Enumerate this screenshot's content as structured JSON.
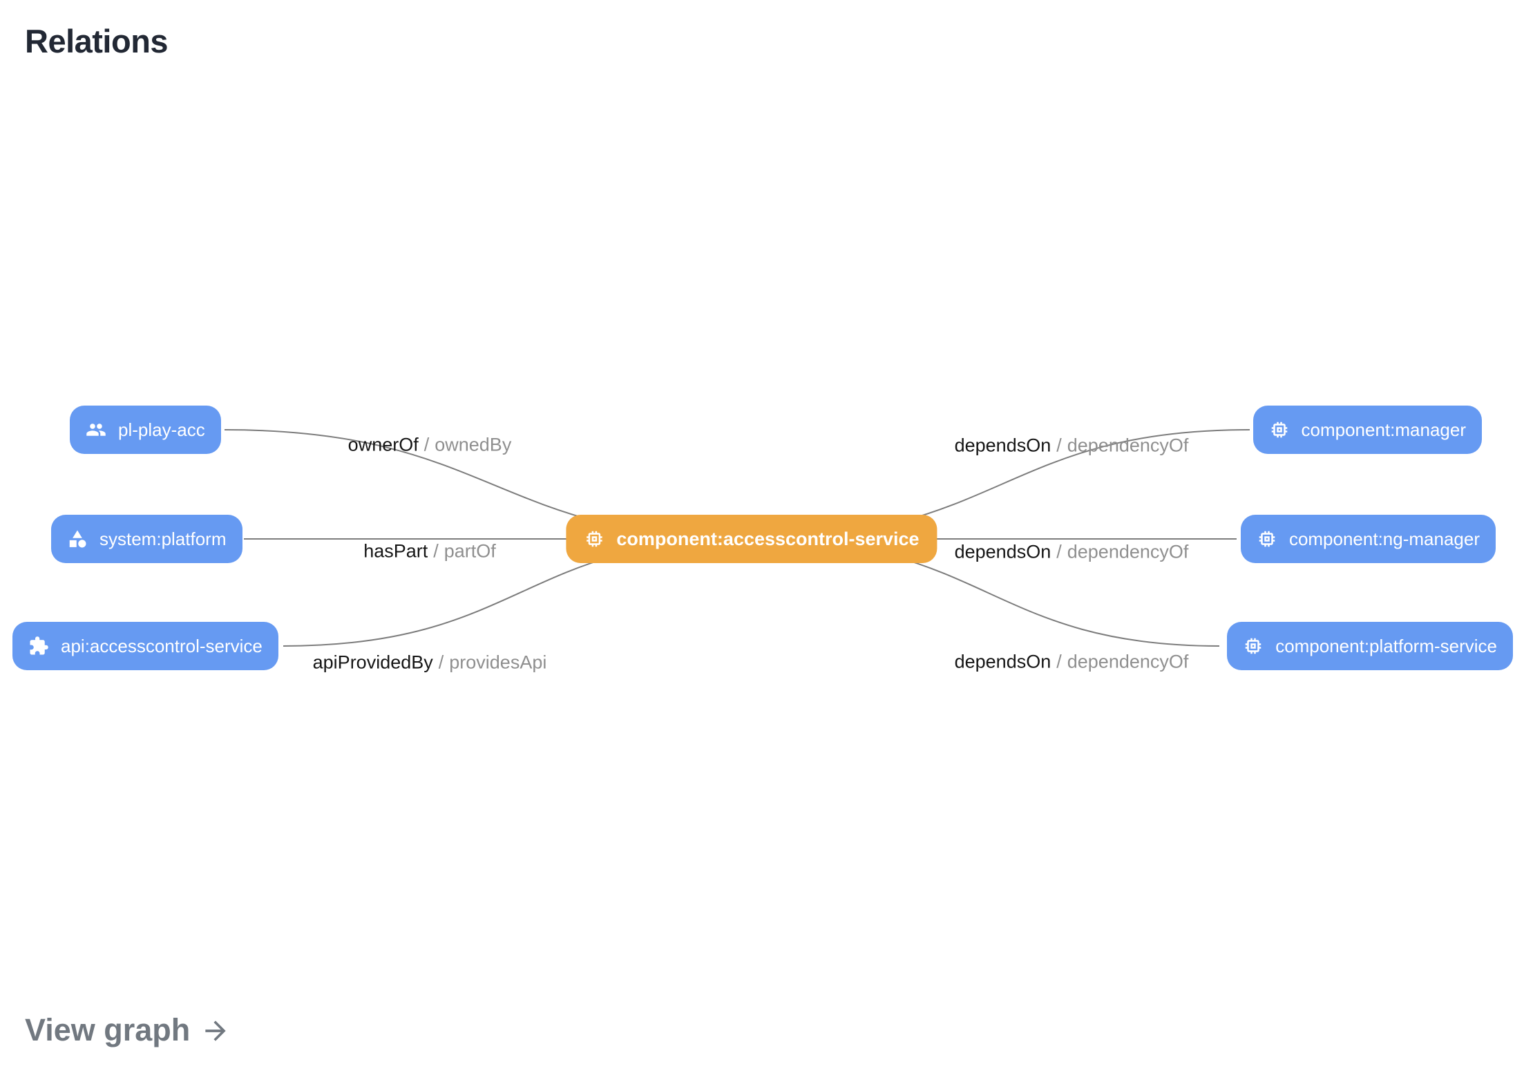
{
  "title": "Relations",
  "footer": {
    "view_graph_label": "View graph"
  },
  "colors": {
    "node_blue": "#669AF2",
    "node_orange": "#EFA740",
    "edge_line": "#7c7c7c",
    "edge_label_primary": "#151515",
    "edge_label_secondary": "#8f8f8f",
    "title_text": "#222834",
    "view_graph_text": "#717880",
    "node_text": "#ffffff"
  },
  "graph": {
    "center_node": {
      "label": "component:accesscontrol-service",
      "icon": "memory-icon"
    },
    "left_nodes": [
      {
        "label": "pl-play-acc",
        "icon": "group-icon"
      },
      {
        "label": "system:platform",
        "icon": "category-icon"
      },
      {
        "label": "api:accesscontrol-service",
        "icon": "extension-icon"
      }
    ],
    "right_nodes": [
      {
        "label": "component:manager",
        "icon": "memory-icon"
      },
      {
        "label": "component:ng-manager",
        "icon": "memory-icon"
      },
      {
        "label": "component:platform-service",
        "icon": "memory-icon"
      }
    ],
    "edge_labels": {
      "separator": "/",
      "left": [
        {
          "primary": "ownerOf",
          "secondary": "ownedBy"
        },
        {
          "primary": "hasPart",
          "secondary": "partOf"
        },
        {
          "primary": "apiProvidedBy",
          "secondary": "providesApi"
        }
      ],
      "right": [
        {
          "primary": "dependsOn",
          "secondary": "dependencyOf"
        },
        {
          "primary": "dependsOn",
          "secondary": "dependencyOf"
        },
        {
          "primary": "dependsOn",
          "secondary": "dependencyOf"
        }
      ]
    }
  }
}
